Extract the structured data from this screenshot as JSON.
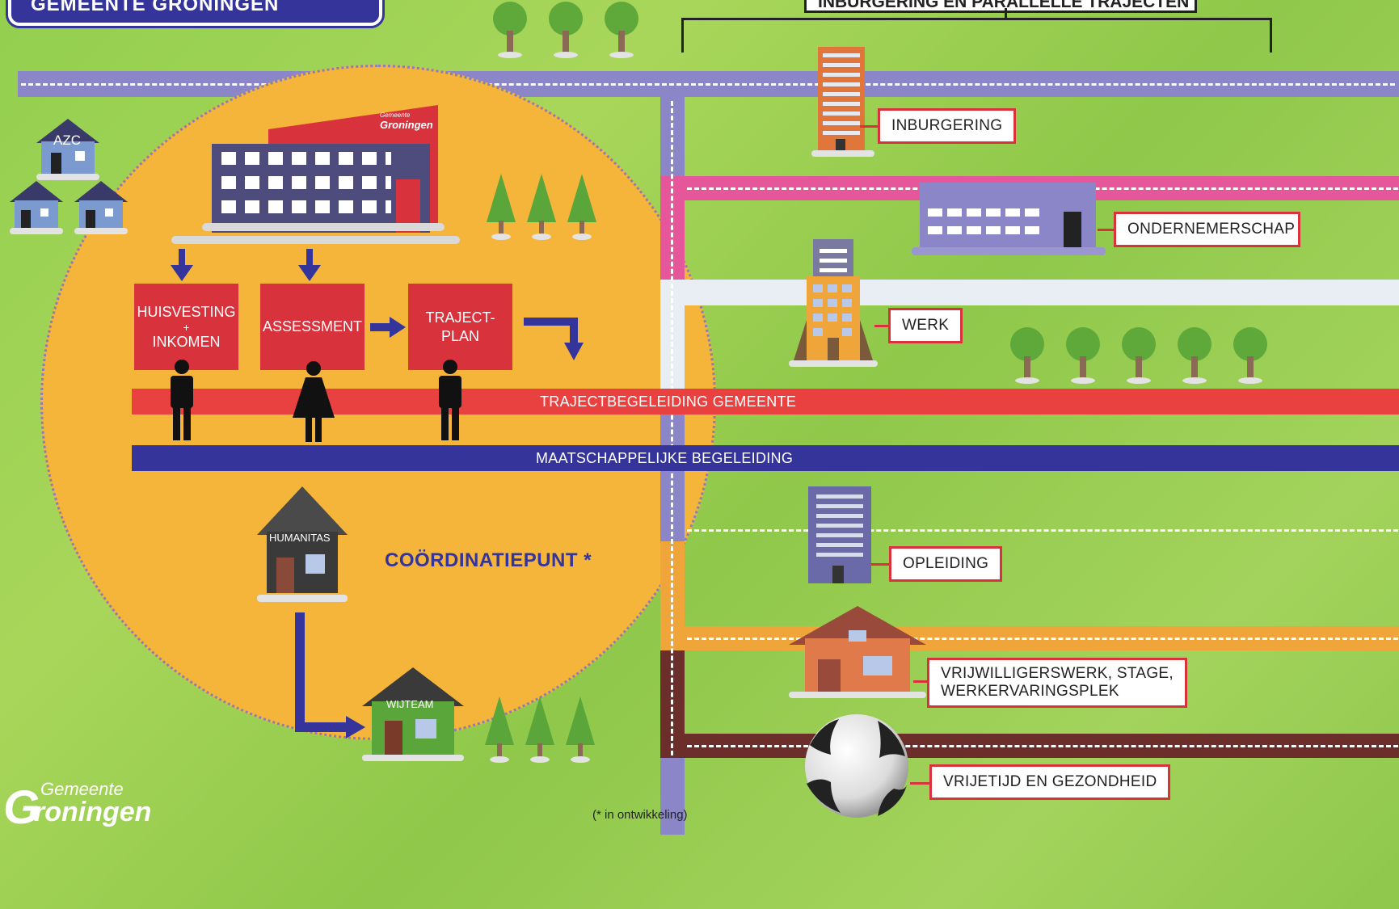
{
  "header": {
    "left_title": "GEMEENTE GRONINGEN",
    "right_title": "INBURGERING EN PARALLELLE TRAJECTEN"
  },
  "logo_building": {
    "line1": "Gemeente",
    "line2": "Groningen"
  },
  "houses": {
    "azc": "AZC",
    "humanitas": "HUMANITAS",
    "wijteam": "WIJTEAM"
  },
  "steps": {
    "huisvesting_line1": "HUISVESTING",
    "huisvesting_plus": "+",
    "huisvesting_line2": "INKOMEN",
    "assessment": "ASSESSMENT",
    "trajectplan_line1": "TRAJECT-",
    "trajectplan_line2": "PLAN"
  },
  "bands": {
    "trajectbegeleiding": "TRAJECTBEGELEIDING GEMEENTE",
    "maatschappelijke": "MAATSCHAPPELIJKE BEGELEIDING"
  },
  "coordinatiepunt": "COÖRDINATIEPUNT *",
  "footnote": "(* in ontwikkeling)",
  "trajecten": {
    "inburgering": "INBURGERING",
    "ondernemerschap": "ONDERNEMERSCHAP",
    "werk": "WERK",
    "opleiding": "OPLEIDING",
    "vrijwilligerswerk_line1": "VRIJWILLIGERSWERK, STAGE,",
    "vrijwilligerswerk_line2": "WERKERVARINGSPLEK",
    "vrijetijd": "VRIJETIJD EN GEZONDHEID"
  },
  "footer_logo": {
    "line1": "Gemeente",
    "line2": "roningen",
    "g": "G"
  },
  "colors": {
    "background": "#9bd155",
    "circle": "#f5b43a",
    "red": "#d8323c",
    "navy": "#34349a",
    "road_purple": "#8a86c8",
    "road_pink": "#e5569b",
    "road_white": "#e8eef4",
    "road_orange": "#f0a53a",
    "road_brown": "#6b2e2a"
  }
}
